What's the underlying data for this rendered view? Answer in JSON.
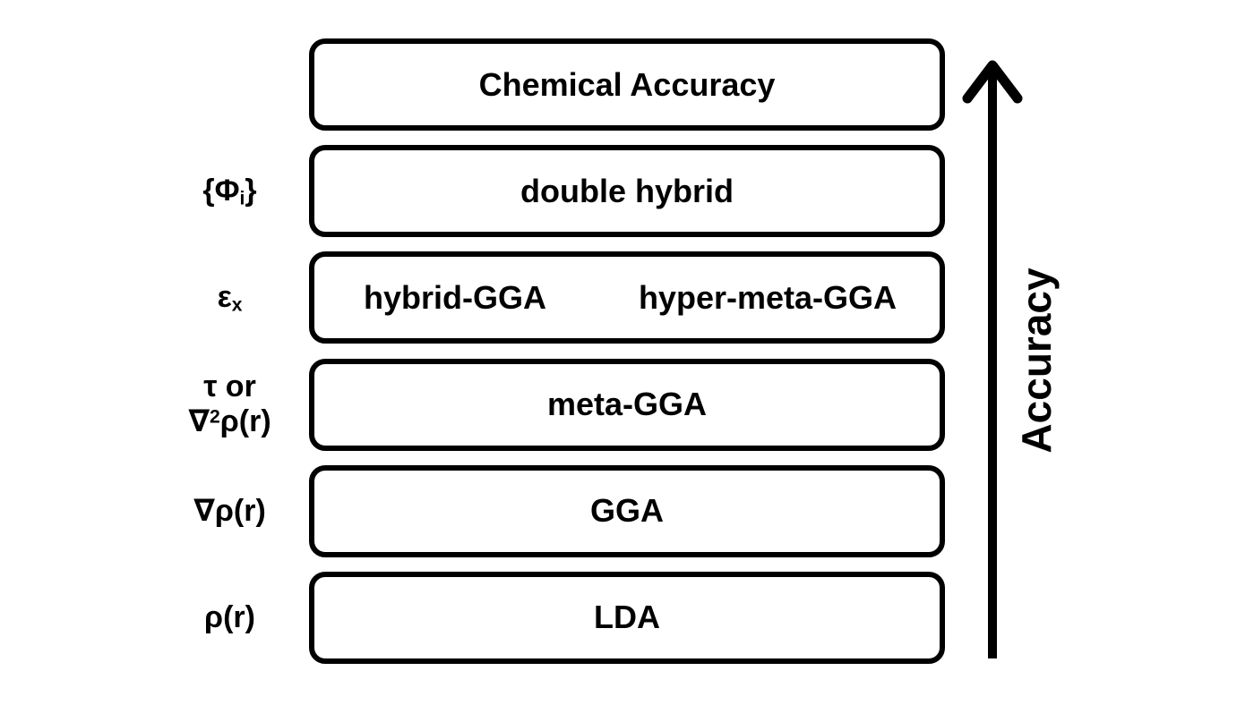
{
  "palette": {
    "ink": "#000000",
    "paper": "#ffffff"
  },
  "accuracy_axis": {
    "label": "Accuracy",
    "direction": "up"
  },
  "ladder": {
    "rungs": [
      {
        "name": "chemical-accuracy",
        "ingredient": [],
        "boxes": [
          "Chemical Accuracy"
        ]
      },
      {
        "name": "double-hybrid",
        "ingredient": [
          [
            {
              "text": "{Φ"
            },
            {
              "sub": "i"
            },
            {
              "text": "}"
            }
          ]
        ],
        "boxes": [
          "double hybrid"
        ]
      },
      {
        "name": "hybrid-rung",
        "ingredient": [
          [
            {
              "text": "ε"
            },
            {
              "sub": "x"
            }
          ]
        ],
        "boxes": [
          "hybrid-GGA",
          "hyper-meta-GGA"
        ]
      },
      {
        "name": "meta-gga",
        "ingredient": [
          [
            {
              "text": "τ or"
            }
          ],
          [
            {
              "text": "∇"
            },
            {
              "sup": "2"
            },
            {
              "text": "ρ(r)"
            }
          ]
        ],
        "boxes": [
          "meta-GGA"
        ]
      },
      {
        "name": "gga",
        "ingredient": [
          [
            {
              "text": "∇ρ(r)"
            }
          ]
        ],
        "boxes": [
          "GGA"
        ]
      },
      {
        "name": "lda",
        "ingredient": [
          [
            {
              "text": "ρ(r)"
            }
          ]
        ],
        "boxes": [
          "LDA"
        ]
      }
    ]
  }
}
